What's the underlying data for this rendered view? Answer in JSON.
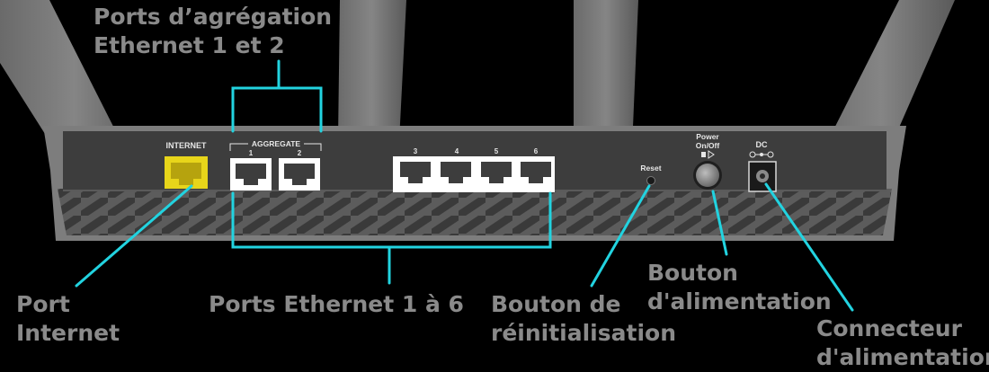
{
  "colors": {
    "background": "#000000",
    "callout_line": "#22d3e0",
    "callout_text": "#8a8a8a",
    "chassis": "#7d7d7d",
    "panel": "#3d3d3d",
    "internet_port": "#e8d51a",
    "lan_port": "#ffffff"
  },
  "panel_labels": {
    "internet": "INTERNET",
    "aggregate": "AGGREGATE",
    "agg_port_1": "1",
    "agg_port_2": "2",
    "port_3": "3",
    "port_4": "4",
    "port_5": "5",
    "port_6": "6",
    "reset": "Reset",
    "power_line1": "Power",
    "power_line2": "On/Off",
    "dc": "DC"
  },
  "callouts": {
    "aggregation_line1": "Ports d’agrégation",
    "aggregation_line2": "Ethernet 1 et 2",
    "internet_line1": "Port",
    "internet_line2": "Internet",
    "ethernet": "Ports Ethernet 1 à 6",
    "reset_line1": "Bouton de",
    "reset_line2": "réinitialisation",
    "power_line1": "Bouton",
    "power_line2": "d'alimentation",
    "dc_line1": "Connecteur",
    "dc_line2": "d'alimentation"
  }
}
